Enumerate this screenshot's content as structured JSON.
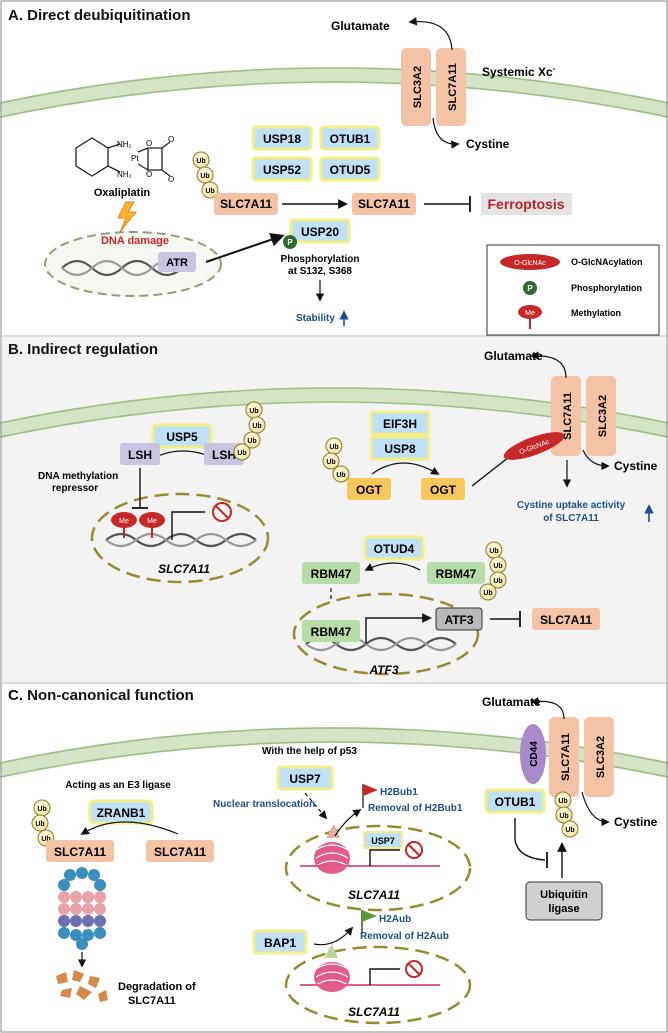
{
  "panelA": {
    "title": "A. Direct deubiquitination",
    "glutamate": "Glutamate",
    "cystine": "Cystine",
    "slc3a2": "SLC3A2",
    "slc7a11_membrane": "SLC7A11",
    "systemic_xc": "Systemic Xc",
    "systemic_xc_sup": "-",
    "drug": "Oxaliplatin",
    "dna_damage": "DNA damage",
    "atr": "ATR",
    "usp18": "USP18",
    "otub1": "OTUB1",
    "usp52": "USP52",
    "otud5": "OTUD5",
    "usp20": "USP20",
    "slc7a11_ub": "SLC7A11",
    "slc7a11_free": "SLC7A11",
    "ferroptosis": "Ferroptosis",
    "phospho_line1": "Phosphorylation",
    "phospho_line2": "at S132, S368",
    "stability": "Stability",
    "ub": "Ub",
    "p": "P"
  },
  "legend": {
    "oglcnac_label": "O-GlcNAc",
    "oglcnac_text": "O-GlcNAcylation",
    "phospho_label": "P",
    "phospho_text": "Phosphorylation",
    "me_label": "Me",
    "me_text": "Methylation"
  },
  "panelB": {
    "title": "B. Indirect regulation",
    "glutamate": "Glutamate",
    "cystine": "Cystine",
    "slc7a11_membrane": "SLC7A11",
    "slc3a2": "SLC3A2",
    "usp5": "USP5",
    "lsh_left": "LSH",
    "lsh_right": "LSH",
    "dna_meth_line1": "DNA methylation",
    "dna_meth_line2": "repressor",
    "me": "Me",
    "gene_slc7a11": "SLC7A11",
    "eif3h": "EIF3H",
    "usp8": "USP8",
    "ogt_left": "OGT",
    "ogt_right": "OGT",
    "oglcnac": "O-GlcNAc",
    "uptake_line1": "Cystine uptake activity",
    "uptake_line2": "of SLC7A11",
    "otud4": "OTUD4",
    "rbm47_left": "RBM47",
    "rbm47_right": "RBM47",
    "rbm47_nuc": "RBM47",
    "atf3": "ATF3",
    "gene_atf3": "ATF3",
    "slc7a11_target": "SLC7A11",
    "ub": "Ub"
  },
  "panelC": {
    "title": "C. Non-canonical function",
    "glutamate": "Glutamate",
    "cystine": "Cystine",
    "cd44": "CD44",
    "slc7a11_membrane": "SLC7A11",
    "slc3a2": "SLC3A2",
    "otub1": "OTUB1",
    "ubiquitin_ligase_line1": "Ubiquitin",
    "ubiquitin_ligase_line2": "ligase",
    "e3_label": "Acting as an E3 ligase",
    "zranb1": "ZRANB1",
    "slc7a11_ub": "SLC7A11",
    "slc7a11_free": "SLC7A11",
    "degradation_line1": "Degradation of",
    "degradation_line2": "SLC7A11",
    "p53_label": "With the help of p53",
    "usp7": "USP7",
    "usp7_small": "USP7",
    "nuclear_translocation": "Nuclear translocation",
    "h2bub1": "H2Bub1",
    "removal_h2bub1": "Removal of H2Bub1",
    "gene_slc7a11_a": "SLC7A11",
    "bap1": "BAP1",
    "h2aub": "H2Aub",
    "removal_h2aub": "Removal of H2Aub",
    "gene_slc7a11_b": "SLC7A11",
    "ub": "Ub"
  }
}
